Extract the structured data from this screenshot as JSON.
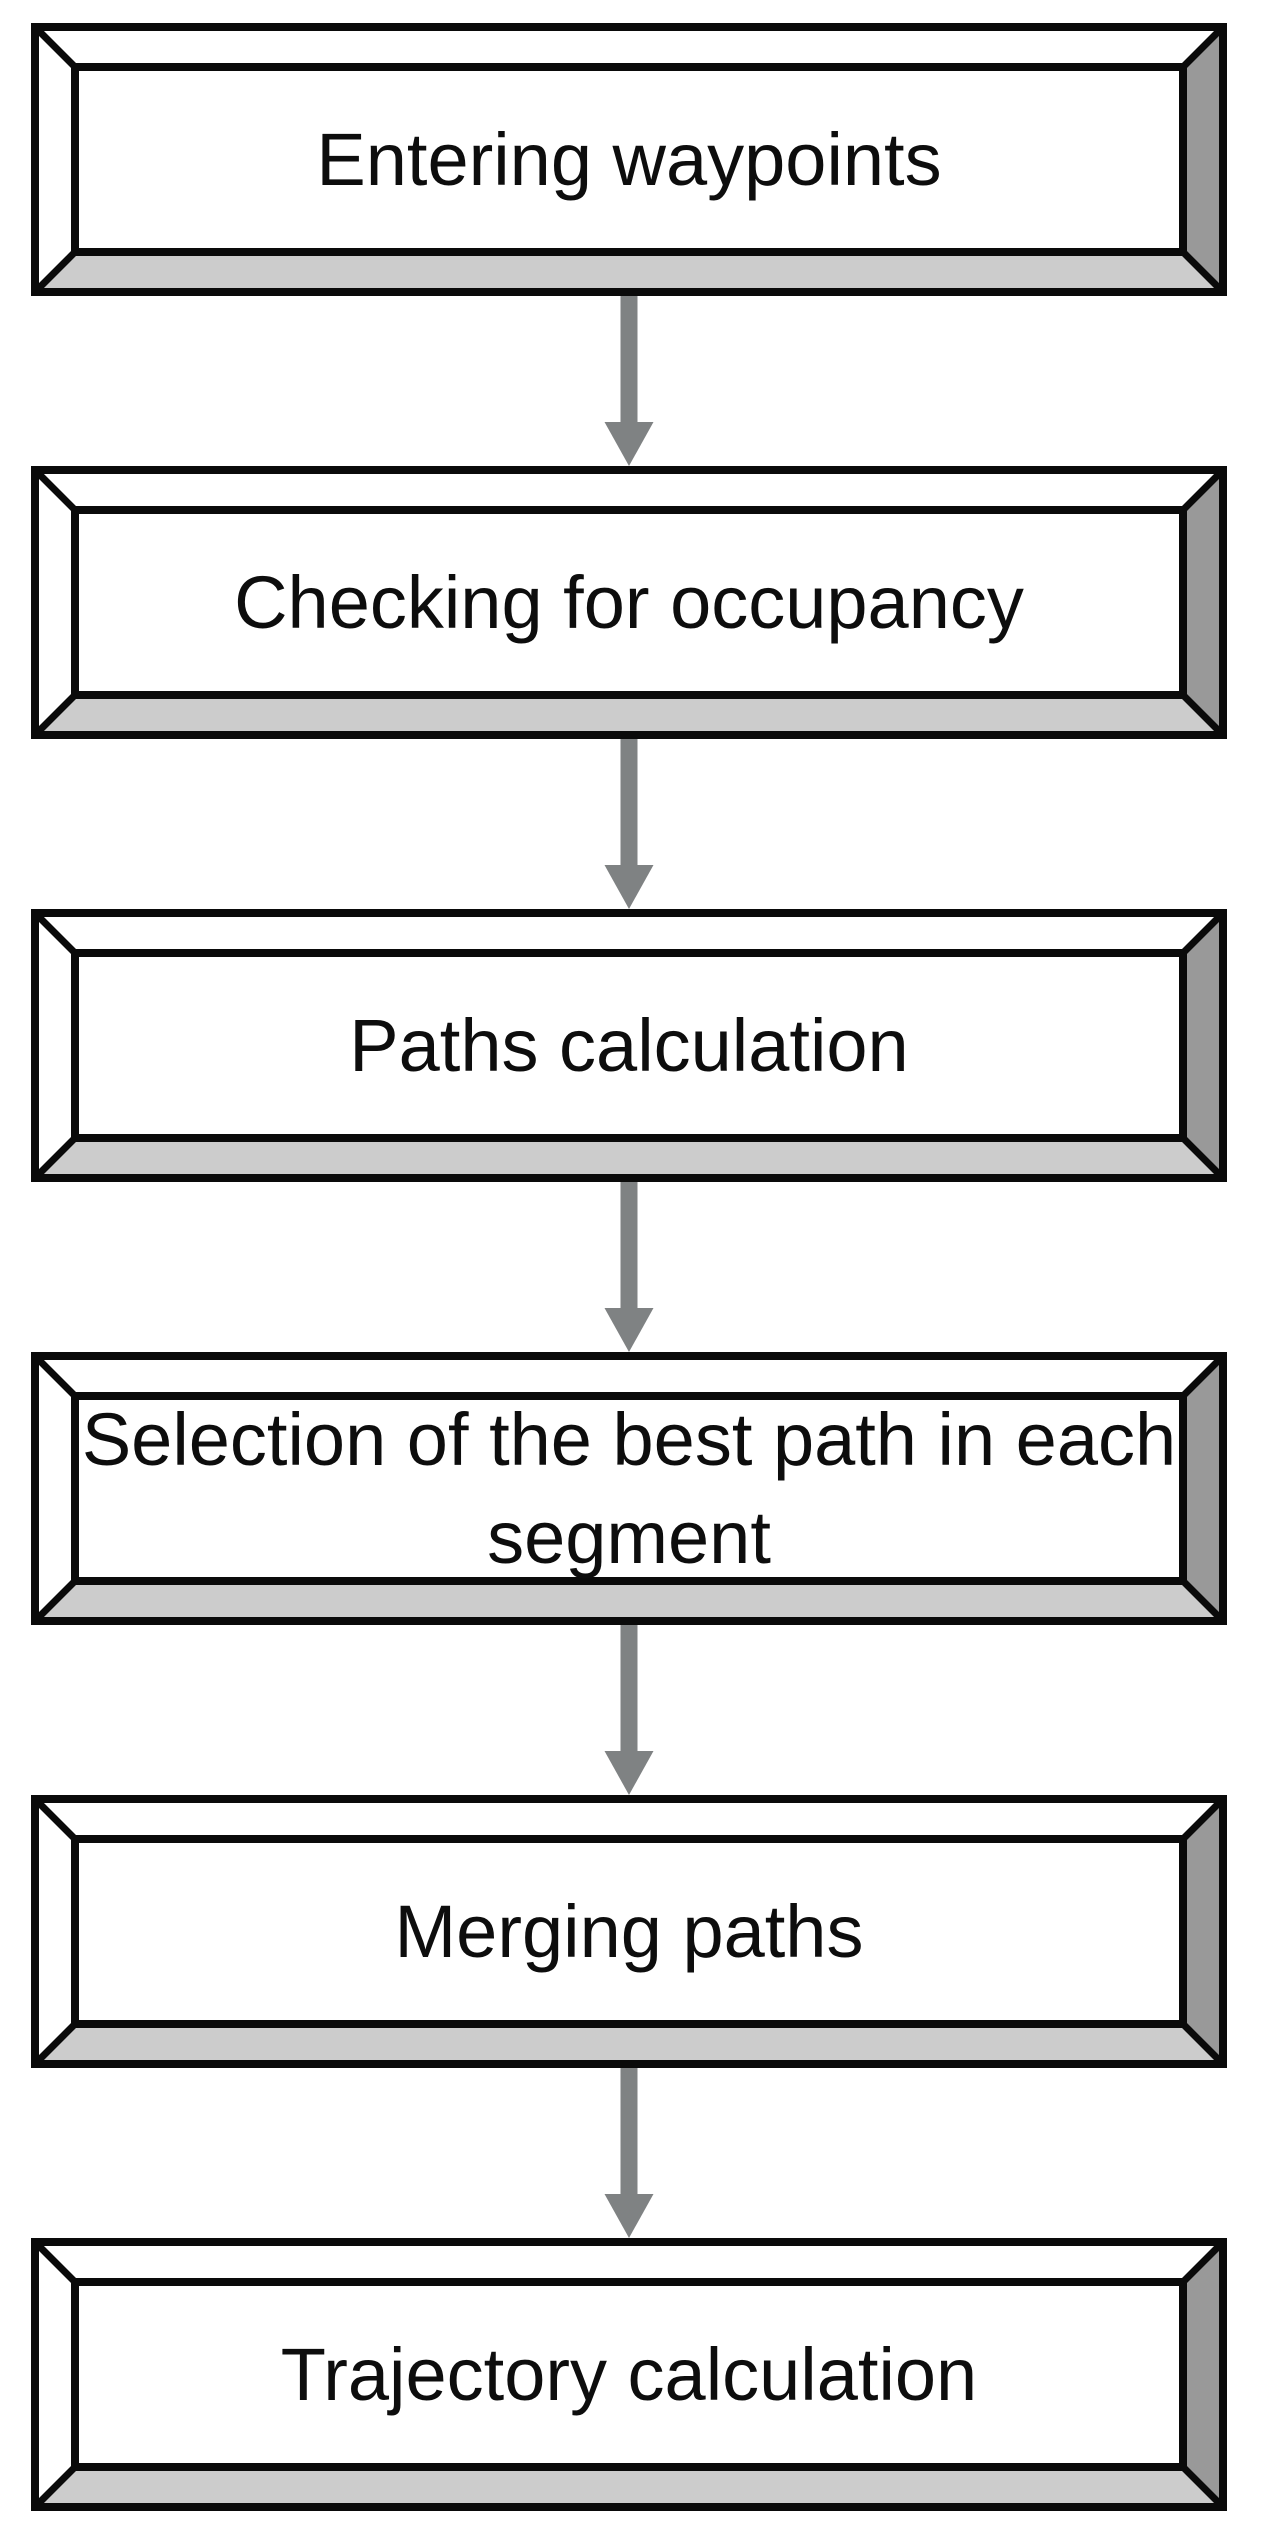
{
  "diagram": {
    "type": "flowchart",
    "direction": "top-down",
    "steps": [
      {
        "label": "Entering waypoints"
      },
      {
        "label": "Checking for occupancy"
      },
      {
        "label": "Paths calculation"
      },
      {
        "label": "Selection of the best path in each segment"
      },
      {
        "label": "Merging paths"
      },
      {
        "label": "Trajectory calculation"
      }
    ],
    "connector": {
      "shape": "down-arrow"
    },
    "colors": {
      "bg": "#ffffff",
      "border": "#0a0a0a",
      "box-fill": "#ffffff",
      "bevel-top": "#ffffff",
      "bevel-left": "#ffffff",
      "bevel-right": "#999999",
      "bevel-bottom": "#cccccc",
      "arrow": "#7f8283",
      "text": "#0d0d0d"
    }
  }
}
